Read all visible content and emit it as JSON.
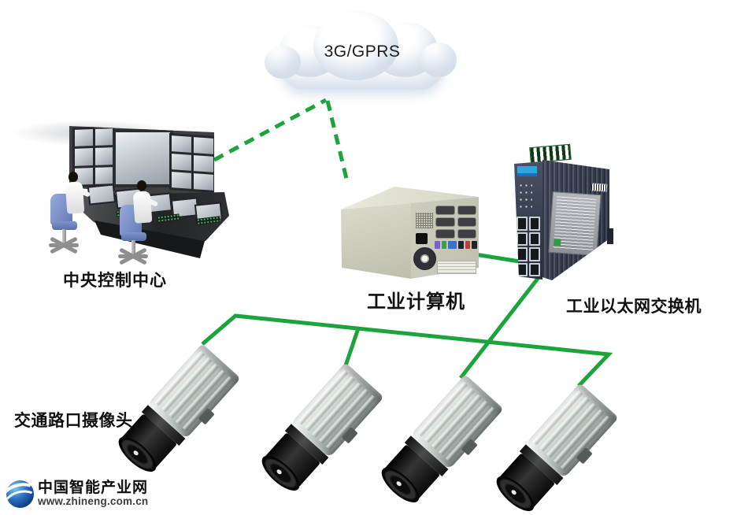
{
  "cloud": {
    "label": "3G/GPRS"
  },
  "nodes": {
    "control_center": {
      "label": "中央控制中心"
    },
    "industrial_computer": {
      "label": "工业计算机"
    },
    "ethernet_switch": {
      "label": "工业以太网交换机"
    },
    "cameras": {
      "label": "交通路口摄像头",
      "count": 4
    }
  },
  "connections": [
    {
      "from": "中央控制中心",
      "to": "3G/GPRS",
      "style": "dashed"
    },
    {
      "from": "3G/GPRS",
      "to": "工业计算机",
      "style": "dashed"
    },
    {
      "from": "工业计算机",
      "to": "工业以太网交换机",
      "style": "solid"
    },
    {
      "from": "工业以太网交换机",
      "to": "交通路口摄像头",
      "style": "solid"
    }
  ],
  "colors": {
    "link_green": "#1ba33c",
    "chair_blue": "#7b8fc8",
    "switch_navy": "#39404f"
  },
  "footer": {
    "brand": "中国智能产业网",
    "url": "www.zhineng.com.cn"
  }
}
